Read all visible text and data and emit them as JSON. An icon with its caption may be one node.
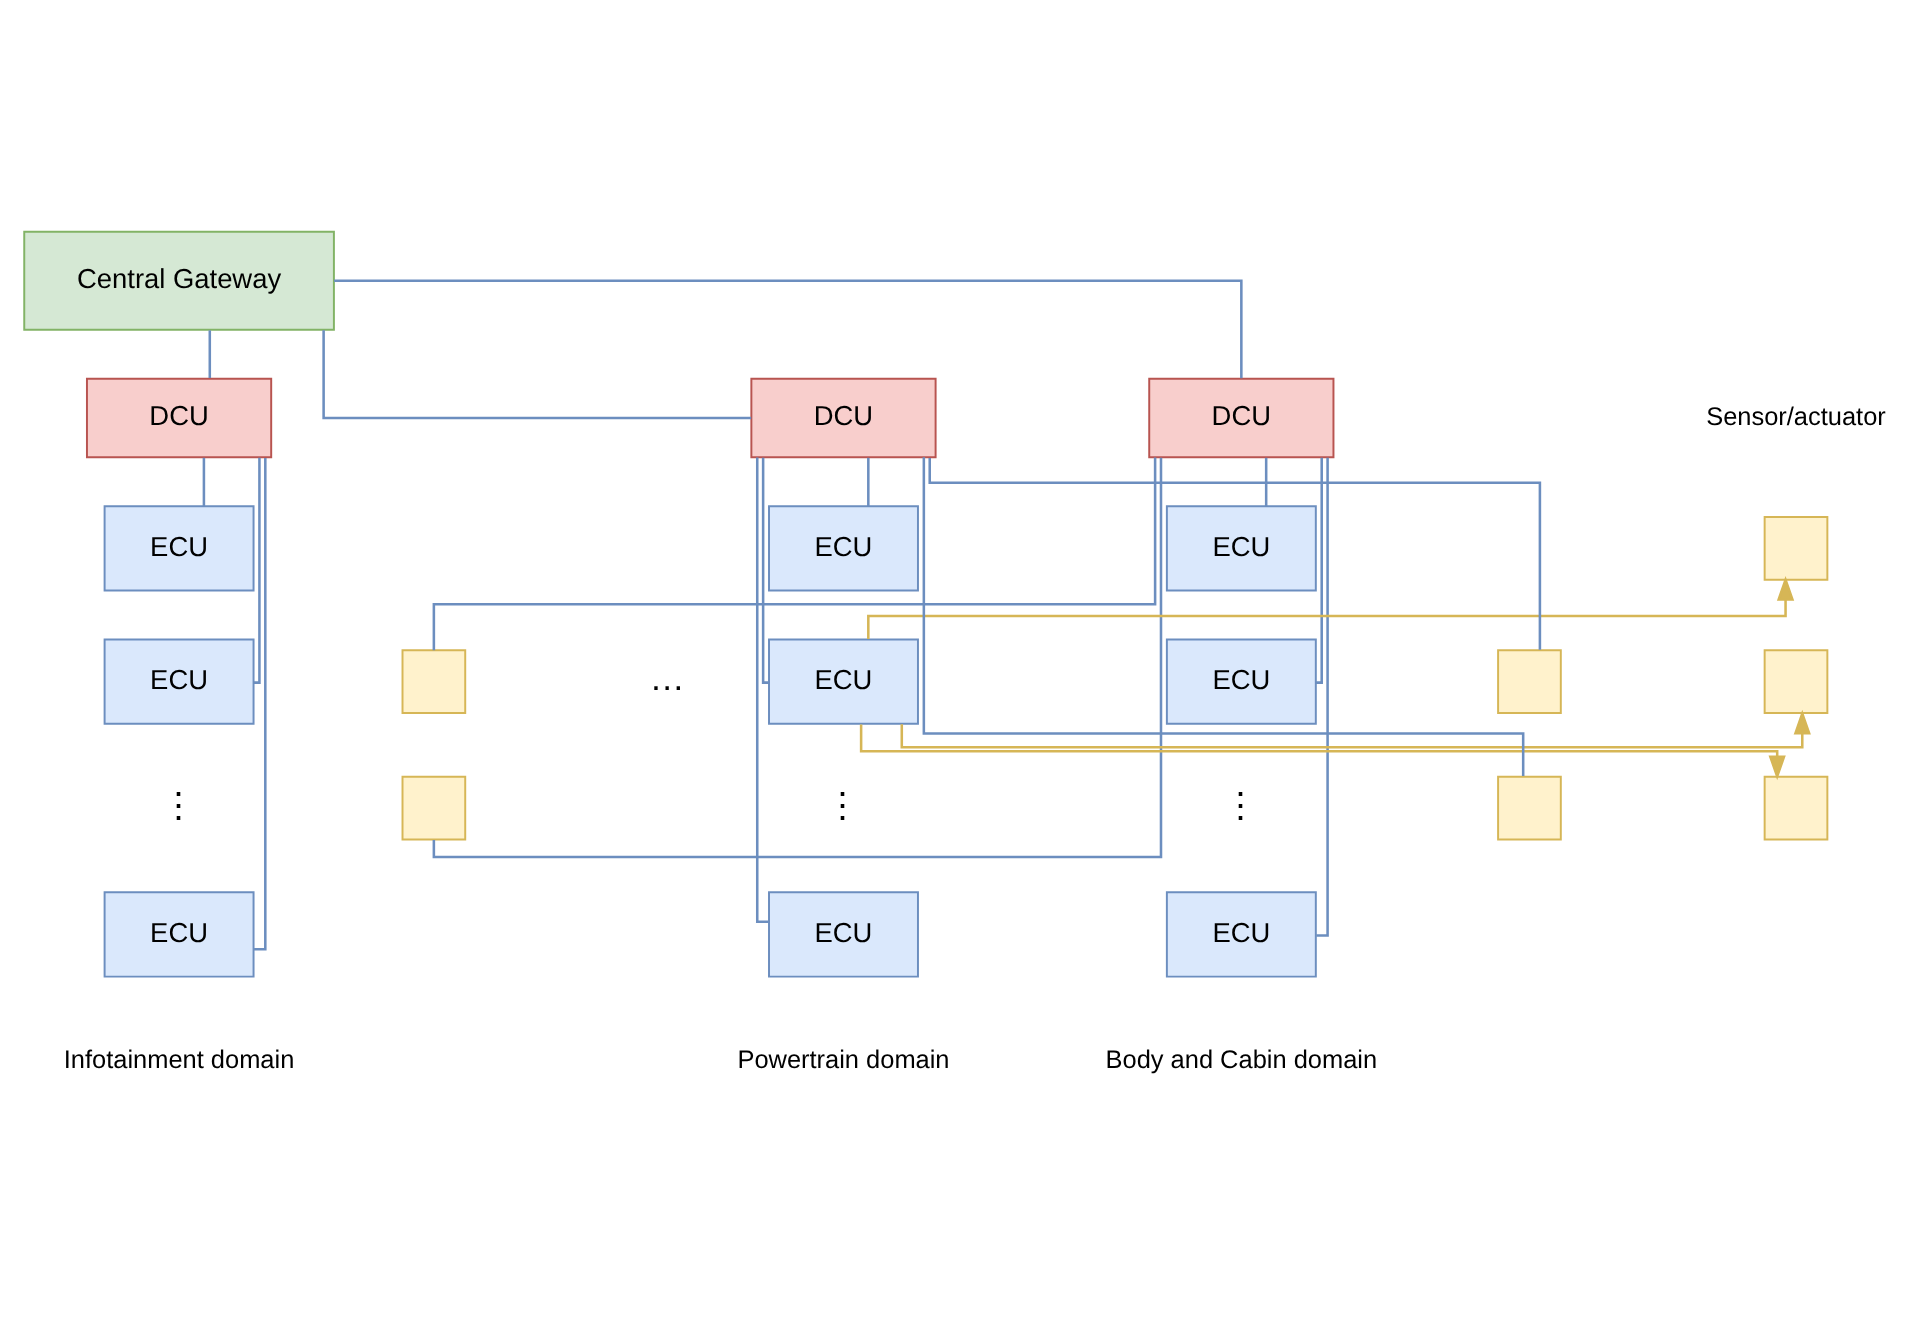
{
  "diagram": {
    "nodes": [
      {
        "text": [
          "Central Gateway"
        ]
      },
      {
        "text": [
          "DCU"
        ]
      },
      {
        "text": [
          "ECU"
        ]
      },
      {
        "text": [
          "ECU"
        ]
      },
      {
        "text": [
          "ECU"
        ]
      },
      {
        "text": [],
        "shape": "box"
      },
      {
        "text": [],
        "shape": "box"
      },
      {
        "text": [
          "DCU"
        ]
      },
      {
        "text": [
          "ECU"
        ]
      },
      {
        "text": [
          "ECU"
        ]
      },
      {
        "text": [
          "ECU"
        ]
      },
      {
        "text": [
          "DCU"
        ]
      },
      {
        "text": [
          "ECU"
        ]
      },
      {
        "text": [
          "ECU"
        ]
      },
      {
        "text": [
          "ECU"
        ]
      },
      {
        "text": [],
        "shape": "box"
      },
      {
        "text": [],
        "shape": "box"
      },
      {
        "text": [],
        "shape": "box"
      },
      {
        "text": [],
        "shape": "box"
      },
      {
        "text": [],
        "shape": "box"
      }
    ],
    "edges": [
      {
        "from": 0,
        "to": 1,
        "arrow": "none"
      },
      {
        "from": 0,
        "to": 7,
        "arrow": "none"
      },
      {
        "from": 0,
        "to": 11,
        "arrow": "none"
      },
      {
        "from": 1,
        "to": 2,
        "arrow": "none"
      },
      {
        "from": 1,
        "to": 3,
        "arrow": "none"
      },
      {
        "from": 1,
        "to": 4,
        "arrow": "none"
      },
      {
        "from": 5,
        "to": 1,
        "arrow": "none"
      },
      {
        "from": 6,
        "to": 1,
        "arrow": "none"
      },
      {
        "from": 7,
        "to": 8,
        "arrow": "none"
      },
      {
        "from": 7,
        "to": 9,
        "arrow": "none"
      },
      {
        "from": 7,
        "to": 10,
        "arrow": "none"
      },
      {
        "from": 11,
        "to": 12,
        "arrow": "none"
      },
      {
        "from": 11,
        "to": 13,
        "arrow": "none"
      },
      {
        "from": 11,
        "to": 14,
        "arrow": "none"
      },
      {
        "from": 15,
        "to": 11,
        "arrow": "none"
      },
      {
        "from": 16,
        "to": 11,
        "arrow": "none"
      },
      {
        "from": 13,
        "to": 17,
        "arrow": "to",
        "color": "#d6b656"
      },
      {
        "from": 13,
        "to": 18,
        "arrow": "to",
        "color": "#d6b656"
      },
      {
        "from": 13,
        "to": 19,
        "arrow": "to",
        "color": "#d6b656"
      }
    ],
    "labels": [
      "Sensor/actuator",
      "⋮",
      "…",
      "⋮",
      "⋮",
      "Body and Cabin domain",
      "Infotainment domain",
      "Powertrain domain"
    ]
  }
}
